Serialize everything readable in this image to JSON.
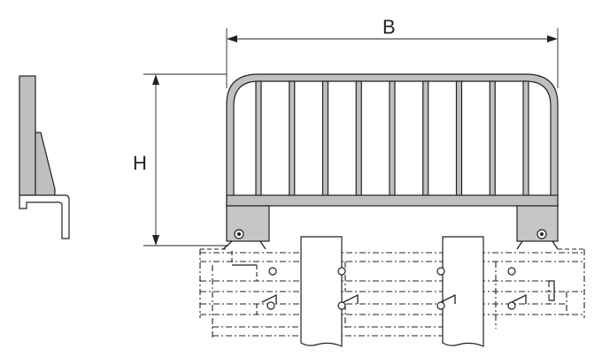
{
  "dimensions": {
    "width_label": "B",
    "height_label": "H"
  },
  "colors": {
    "line": "#222222",
    "metal_fill": "#bfbfbf",
    "foot_fill": "#c6c6c6",
    "background": "#ffffff"
  },
  "barrier": {
    "vertical_bar_count": 9
  }
}
